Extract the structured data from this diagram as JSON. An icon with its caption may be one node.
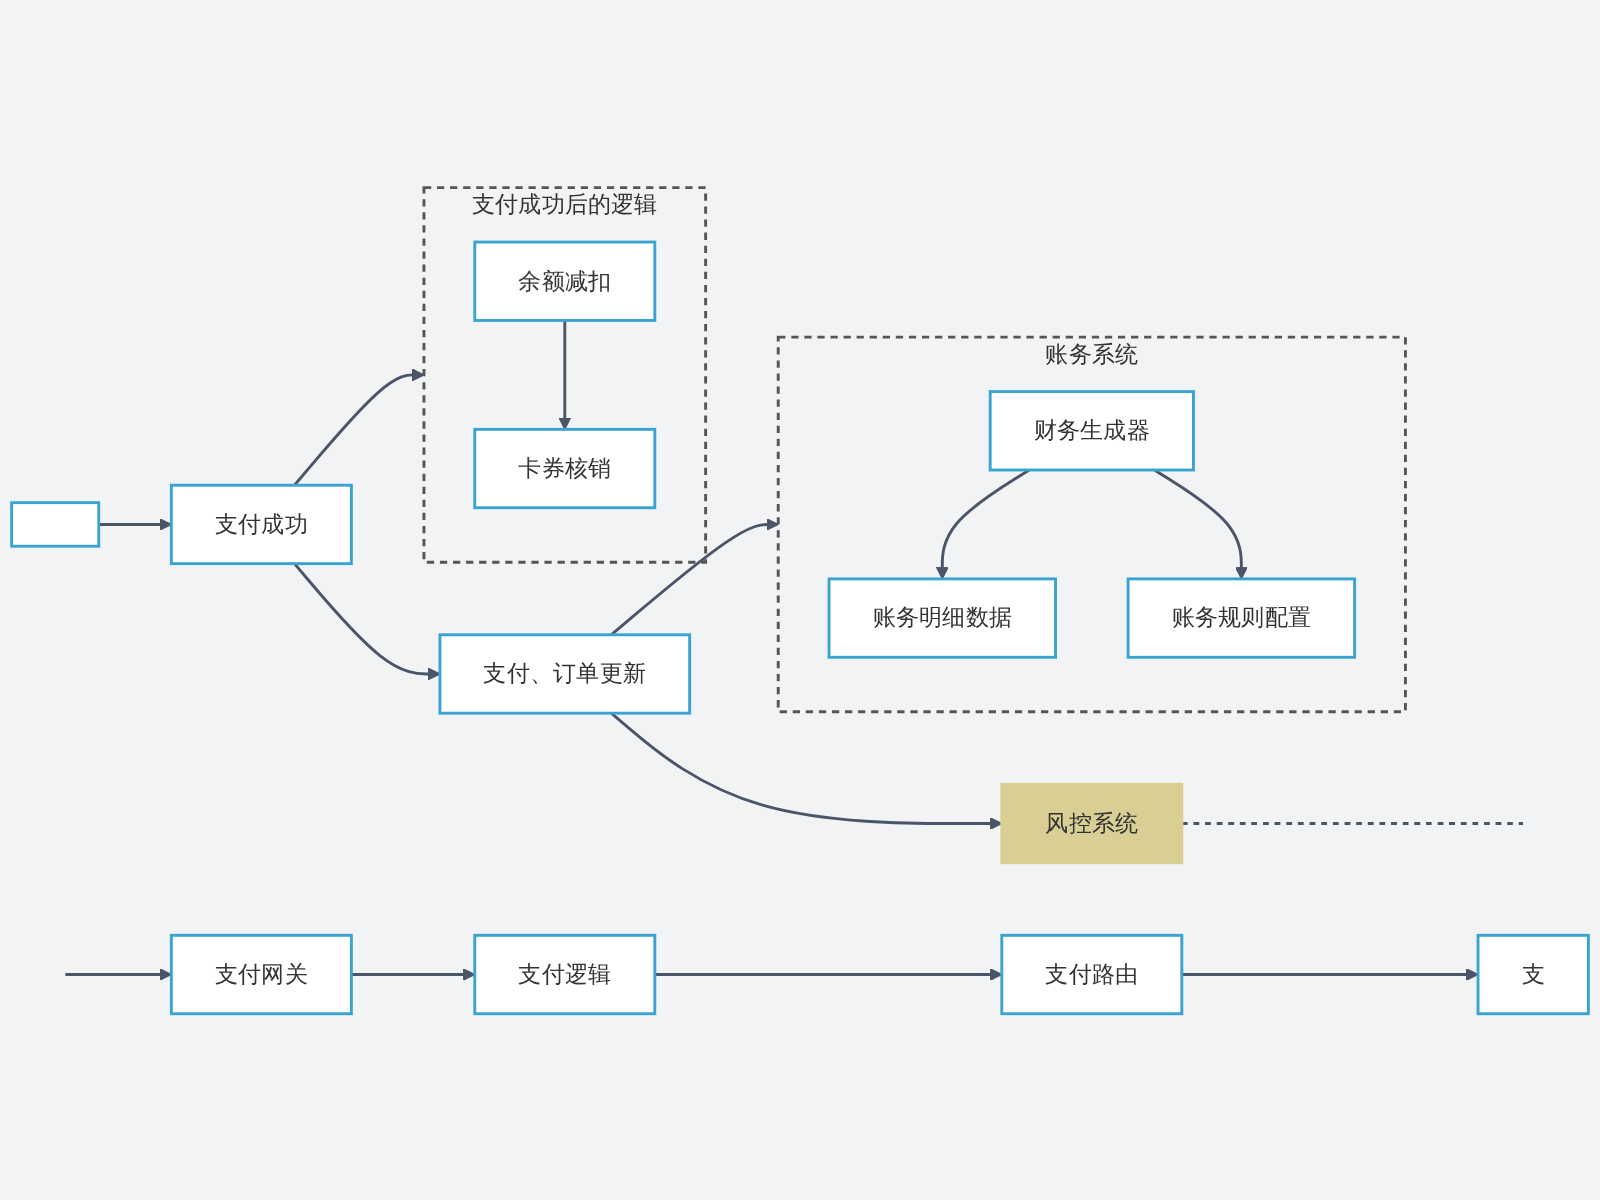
{
  "diagram": {
    "nodes": [
      {
        "text": [
          "支付网关"
        ]
      },
      {
        "text": [
          "支付逻辑"
        ]
      },
      {
        "text": [
          "支付路由"
        ]
      },
      {
        "text": [
          "支"
        ]
      },
      {
        "text": [
          "风控系统"
        ]
      },
      {
        "text": [
          "支付、订单更新"
        ]
      },
      {
        "text": [
          "支付成功"
        ]
      },
      {
        "text": [],
        "shape": "box"
      },
      {
        "text": [
          "账务系统"
        ]
      },
      {
        "text": [
          "财务生成器"
        ],
        "in": 8
      },
      {
        "text": [
          "账务明细数据"
        ],
        "in": 8
      },
      {
        "text": [
          "账务规则配置"
        ],
        "in": 8
      },
      {
        "text": [
          "支付成功后的逻辑"
        ]
      },
      {
        "text": [
          "余额减扣"
        ],
        "in": 12
      },
      {
        "text": [
          "卡券核销"
        ],
        "in": 12
      }
    ],
    "edges": [
      {
        "from": null,
        "to": 0,
        "arrow": "to"
      },
      {
        "from": 0,
        "to": 1,
        "arrow": "to"
      },
      {
        "from": 1,
        "to": 2,
        "arrow": "to"
      },
      {
        "from": 2,
        "to": 3,
        "arrow": "to"
      },
      {
        "from": 5,
        "to": 4,
        "arrow": "to"
      },
      {
        "from": 4,
        "to": null,
        "arrow": "none",
        "style": "dashed"
      },
      {
        "from": 7,
        "to": 6,
        "arrow": "to"
      },
      {
        "from": 6,
        "to": 5,
        "arrow": "to"
      },
      {
        "from": 5,
        "to": 8,
        "arrow": "to"
      },
      {
        "from": 6,
        "to": 12,
        "arrow": "to"
      },
      {
        "from": 9,
        "to": 10,
        "arrow": "to"
      },
      {
        "from": 9,
        "to": 11,
        "arrow": "to"
      },
      {
        "from": 13,
        "to": 14,
        "arrow": "to"
      }
    ]
  }
}
